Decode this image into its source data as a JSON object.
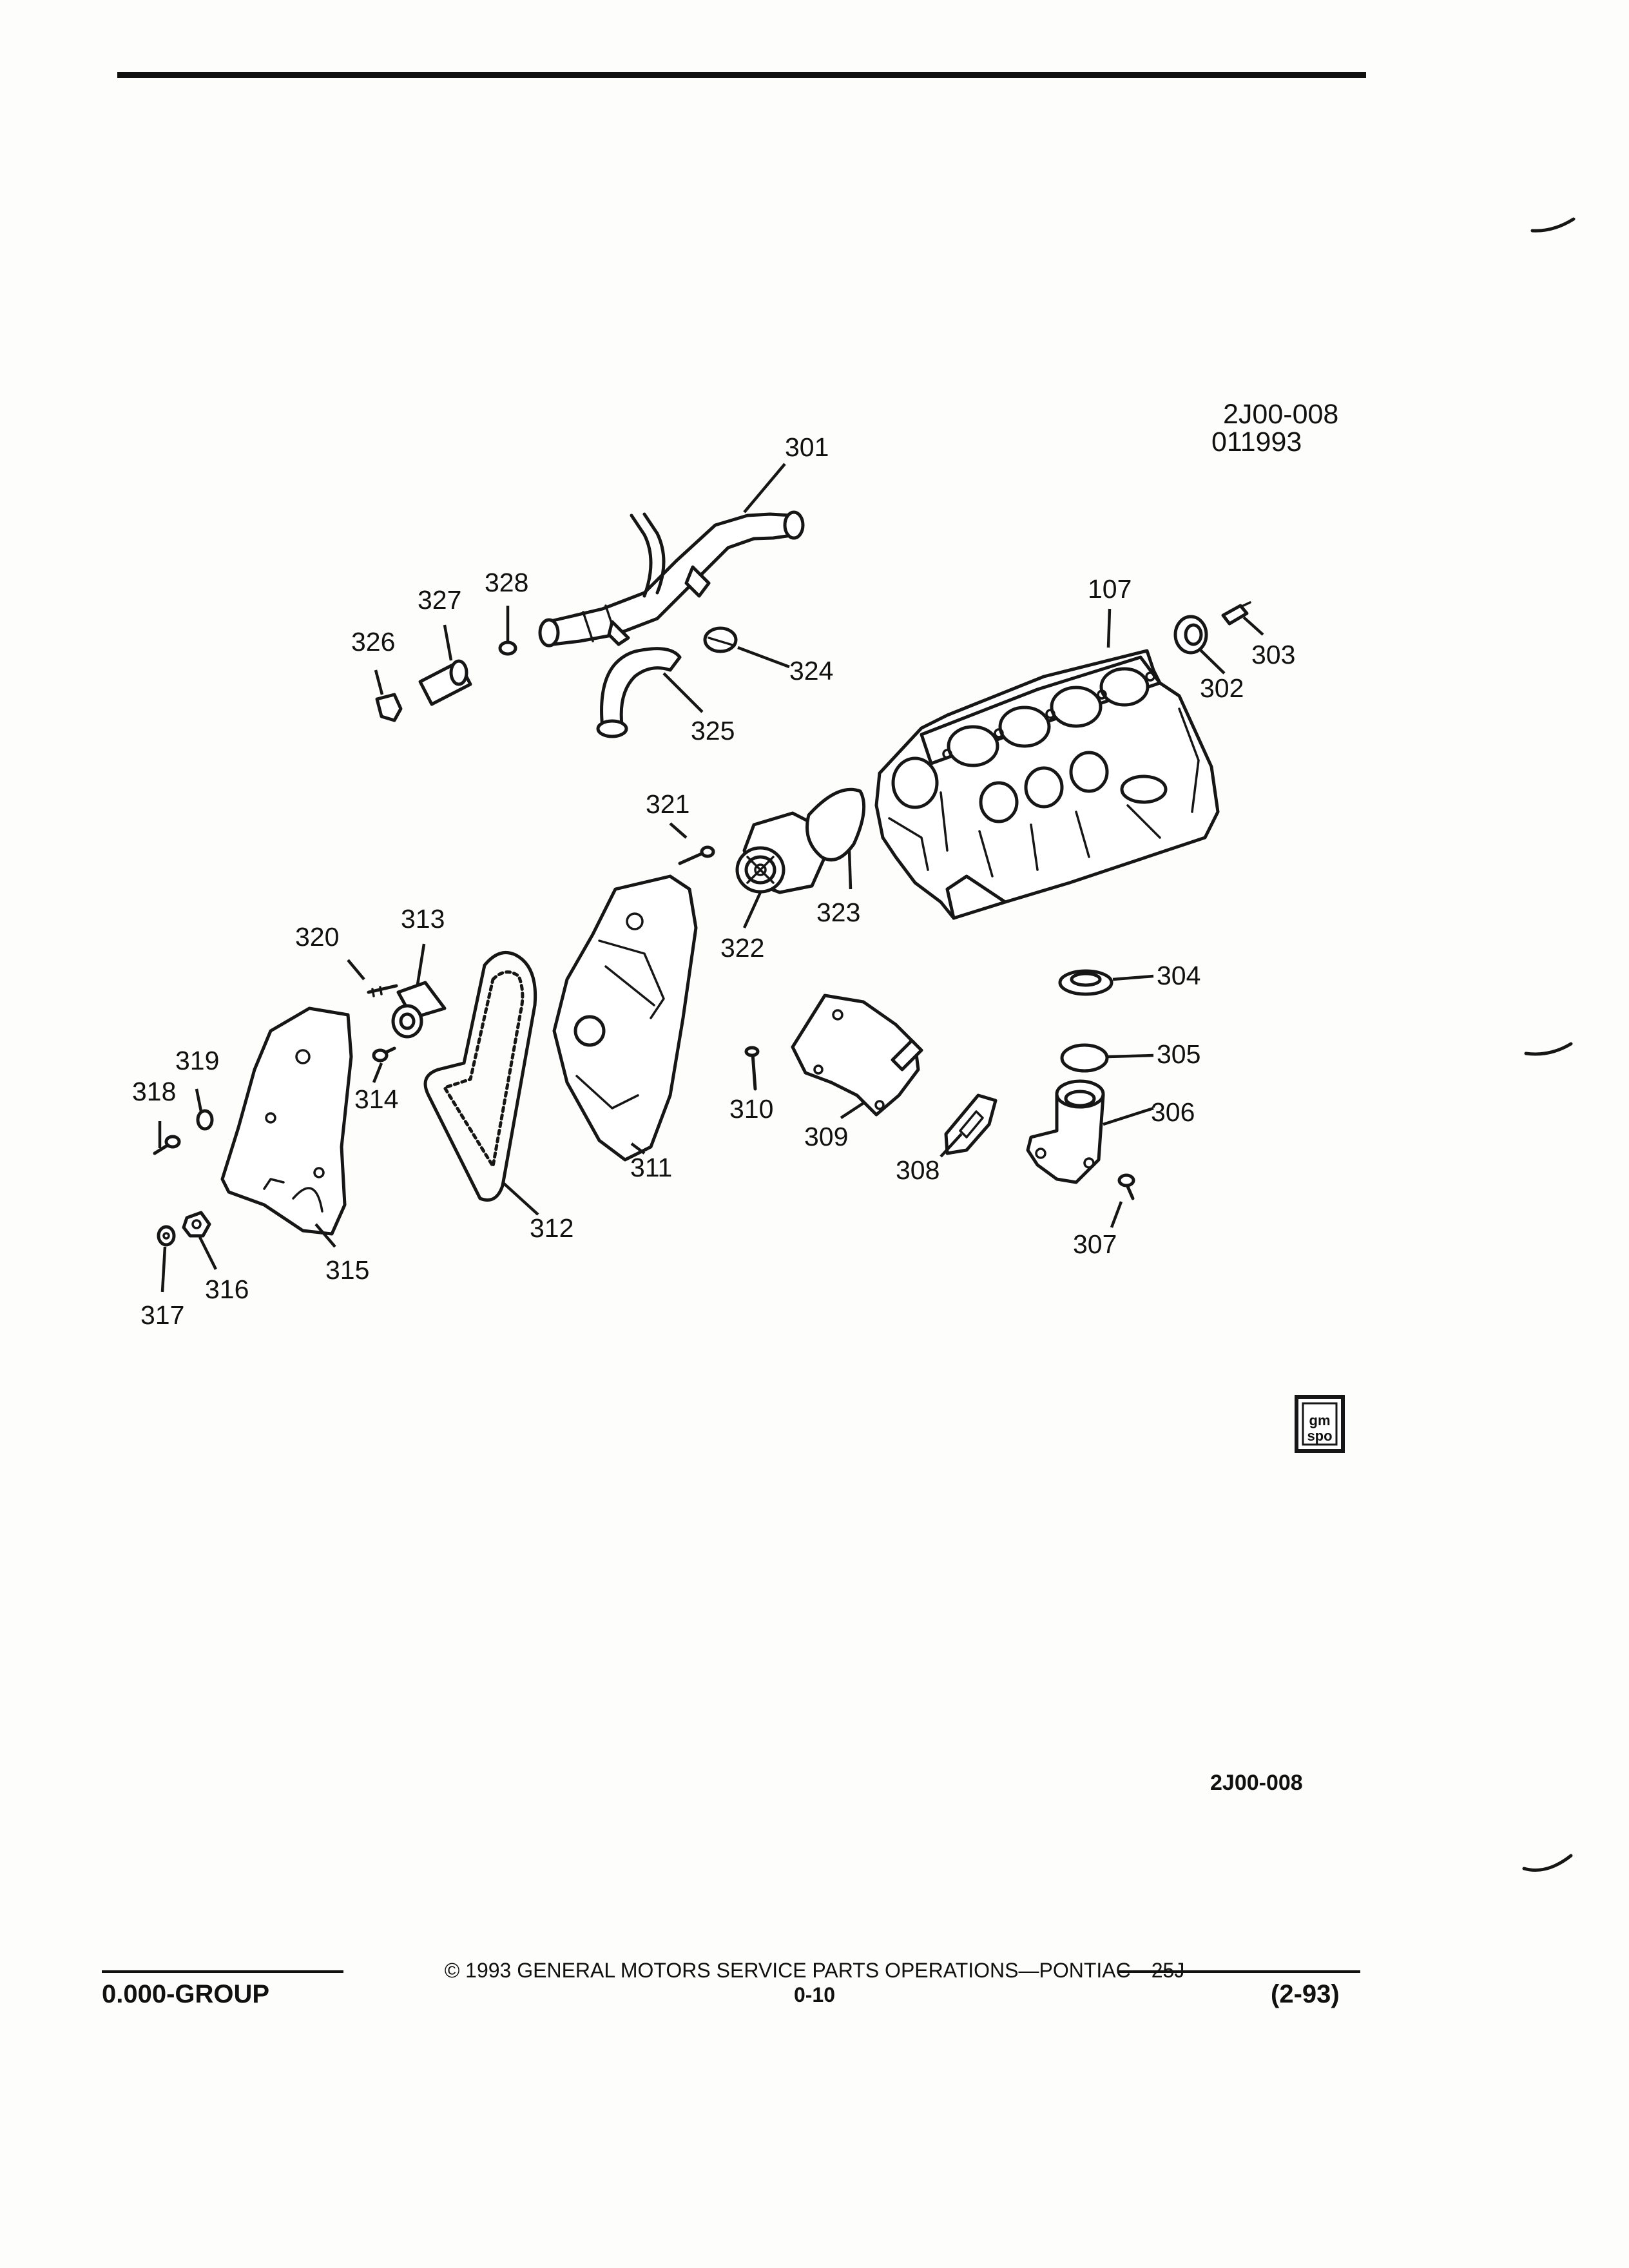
{
  "header": {
    "ref_code": "2J00-008",
    "ref_date": "011993"
  },
  "callouts": {
    "c107": "107",
    "c301": "301",
    "c302": "302",
    "c303": "303",
    "c304": "304",
    "c305": "305",
    "c306": "306",
    "c307": "307",
    "c308": "308",
    "c309": "309",
    "c310": "310",
    "c311": "311",
    "c312": "312",
    "c313": "313",
    "c314": "314",
    "c315": "315",
    "c316": "316",
    "c317": "317",
    "c318": "318",
    "c319": "319",
    "c320": "320",
    "c321": "321",
    "c322": "322",
    "c323": "323",
    "c324": "324",
    "c325": "325",
    "c326": "326",
    "c327": "327",
    "c328": "328"
  },
  "logo": {
    "text": "gm spo"
  },
  "bottom_ref": "2J00-008",
  "footer": {
    "copyright": "© 1993 GENERAL MOTORS SERVICE PARTS OPERATIONS—PONTIAC—25J",
    "group": "0.000-GROUP",
    "page": "0-10",
    "date": "(2-93)"
  }
}
